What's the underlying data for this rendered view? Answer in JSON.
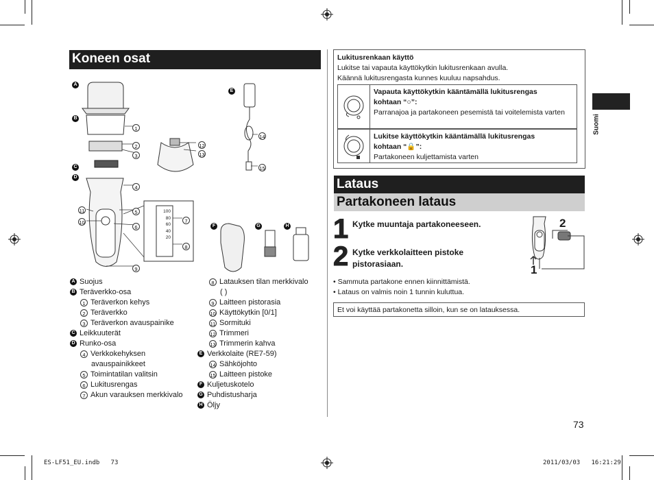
{
  "left": {
    "title": "Koneen osat",
    "letters": {
      "A": "A",
      "B": "B",
      "C": "C",
      "D": "D",
      "E": "E",
      "F": "F",
      "G": "G",
      "H": "H"
    },
    "indicator_scale": [
      "100",
      "80",
      "60",
      "40",
      "20"
    ],
    "callouts": [
      "1",
      "2",
      "3",
      "4",
      "5",
      "6",
      "7",
      "8",
      "9",
      "10",
      "11",
      "12",
      "13",
      "14",
      "15"
    ],
    "legend_col1": [
      {
        "marker": "A",
        "type": "letter",
        "text": "Suojus"
      },
      {
        "marker": "B",
        "type": "letter",
        "text": "Teräverkko-osa"
      },
      {
        "marker": "1",
        "type": "num",
        "text": "Teräverkon kehys"
      },
      {
        "marker": "2",
        "type": "num",
        "text": "Teräverkko"
      },
      {
        "marker": "3",
        "type": "num",
        "text": "Teräverkon avauspainike"
      },
      {
        "marker": "C",
        "type": "letter",
        "text": "Leikkuuterät"
      },
      {
        "marker": "D",
        "type": "letter",
        "text": "Runko-osa"
      },
      {
        "marker": "4",
        "type": "num",
        "text": "Verkkokehyksen"
      },
      {
        "marker": "",
        "type": "cont",
        "text": "avauspainikkeet"
      },
      {
        "marker": "5",
        "type": "num",
        "text": "Toimintatilan valitsin"
      },
      {
        "marker": "6",
        "type": "num",
        "text": "Lukitusrengas"
      },
      {
        "marker": "7",
        "type": "num",
        "text": "Akun varauksen merkkivalo"
      }
    ],
    "legend_col2": [
      {
        "marker": "8",
        "type": "num",
        "text": "Latauksen tilan merkkivalo"
      },
      {
        "marker": "",
        "type": "cont",
        "text": "( )"
      },
      {
        "marker": "9",
        "type": "num",
        "text": "Laitteen pistorasia"
      },
      {
        "marker": "10",
        "type": "num",
        "text": "Käyttökytkin [0/1]"
      },
      {
        "marker": "11",
        "type": "num",
        "text": "Sormituki"
      },
      {
        "marker": "12",
        "type": "num",
        "text": "Trimmeri"
      },
      {
        "marker": "13",
        "type": "num",
        "text": "Trimmerin kahva"
      },
      {
        "marker": "E",
        "type": "letter",
        "text": "Verkkolaite (RE7-59)"
      },
      {
        "marker": "14",
        "type": "num",
        "text": "Sähköjohto"
      },
      {
        "marker": "15",
        "type": "num",
        "text": "Laitteen pistoke"
      },
      {
        "marker": "F",
        "type": "letter",
        "text": "Kuljetuskotelo"
      },
      {
        "marker": "G",
        "type": "letter",
        "text": "Puhdistusharja"
      },
      {
        "marker": "H",
        "type": "letter",
        "text": "Öljy"
      }
    ]
  },
  "right": {
    "lock_box": {
      "title": "Lukitusrenkaan käyttö",
      "line1": "Lukitse tai vapauta käyttökytkin lukitusrenkaan avulla.",
      "line2": "Käännä lukitusrengasta kunnes kuuluu napsahdus.",
      "row1_bold": "Vapauta käyttökytkin kääntämällä lukitusrengas",
      "row1_bold2": "kohtaan “○”:",
      "row1_text": "Parranajoa ja partakoneen pesemistä tai voitelemista varten",
      "row2_bold": "Lukitse käyttökytkin kääntämällä lukitusrengas",
      "row2_bold2": "kohtaan “🔒”:",
      "row2_text": "Partakoneen kuljettamista varten"
    },
    "section_title": "Lataus",
    "sub_title": "Partakoneen lataus",
    "steps": [
      {
        "num": "1",
        "text": "Kytke muuntaja partakoneeseen."
      },
      {
        "num": "2",
        "text": "Kytke verkkolaitteen pistoke pistorasiaan."
      }
    ],
    "figure_labels": {
      "one": "1",
      "two": "2"
    },
    "bullets": [
      "Sammuta partakone ennen kiinnittämistä.",
      "Lataus on valmis noin 1 tunnin kuluttua."
    ],
    "note": "Et voi käyttää partakonetta silloin, kun se on latauksessa."
  },
  "side_tab": "Suomi",
  "page_number": "73",
  "footer": {
    "file": "ES-LF51_EU.indb   73",
    "date": "2011/03/03   16:21:29"
  }
}
